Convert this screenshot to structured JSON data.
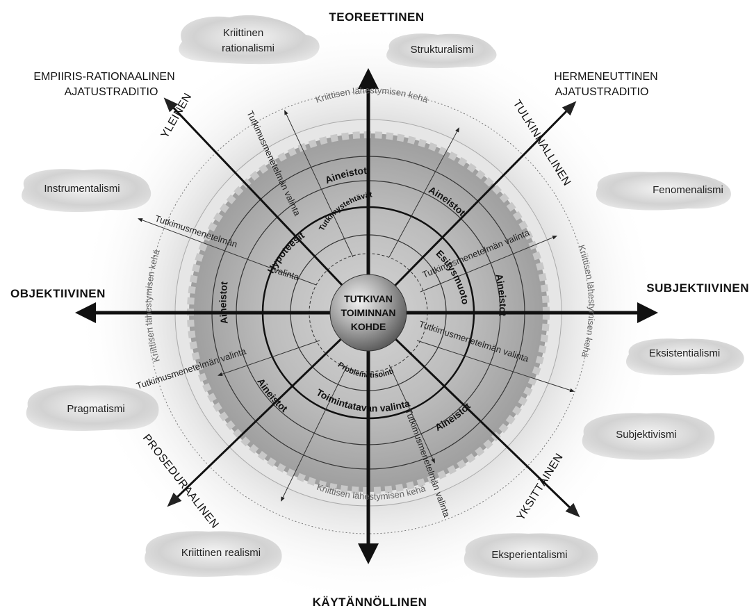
{
  "axes": {
    "top": "TEOREETTINEN",
    "bottom": "KÄYTÄNNÖLLINEN",
    "left": "OBJEKTIIVINEN",
    "right": "SUBJEKTIIVINEN"
  },
  "traditions": {
    "left_line1": "EMPIIRIS-RATIONAALINEN",
    "left_line2": "AJATUSTRADITIO",
    "right_line1": "HERMENEUTTINEN",
    "right_line2": "AJATUSTRADITIO"
  },
  "diagonals": {
    "upper_left": "YLEINEN",
    "upper_right": "TULKINNALLINEN",
    "lower_left": "PROSEDURAALINEN",
    "lower_right": "YKSITTÄINEN"
  },
  "clouds": [
    {
      "line1": "Kriittinen",
      "line2": "rationalismi"
    },
    {
      "line1": "Strukturalismi",
      "line2": ""
    },
    {
      "line1": "Instrumentalismi",
      "line2": ""
    },
    {
      "line1": "Fenomenalismi",
      "line2": ""
    },
    {
      "line1": "Eksistentialismi",
      "line2": ""
    },
    {
      "line1": "Pragmatismi",
      "line2": ""
    },
    {
      "line1": "Subjektivismi",
      "line2": ""
    },
    {
      "line1": "Kriittinen realismi",
      "line2": ""
    },
    {
      "line1": "Eksperientalismi",
      "line2": ""
    }
  ],
  "rings": {
    "critical_top": "Kriittisen lähestymisen kehä",
    "critical_bottom": "Kriittisen lähestymisen kehä",
    "critical_left": "Kriittisen lähestymisen kehä",
    "critical_right": "Kriittisen lähestymisen kehä",
    "materials": "Aineistot",
    "method_choice": "Tutkimusmenetelmän valinta",
    "method_choice_short": "Tutkimusmenetelmän",
    "method_choice_end": "valinta",
    "hypotheses": "Hypoteesit",
    "presentation": "Esitysmuoto",
    "research_tasks": "Tutkimystehtävät",
    "problem": "Problematisointi",
    "procedure_choice": "Toimintatavan valinta"
  },
  "center": {
    "line1": "TUTKIVAN",
    "line2": "TOIMINNAN",
    "line3": "KOHDE"
  }
}
